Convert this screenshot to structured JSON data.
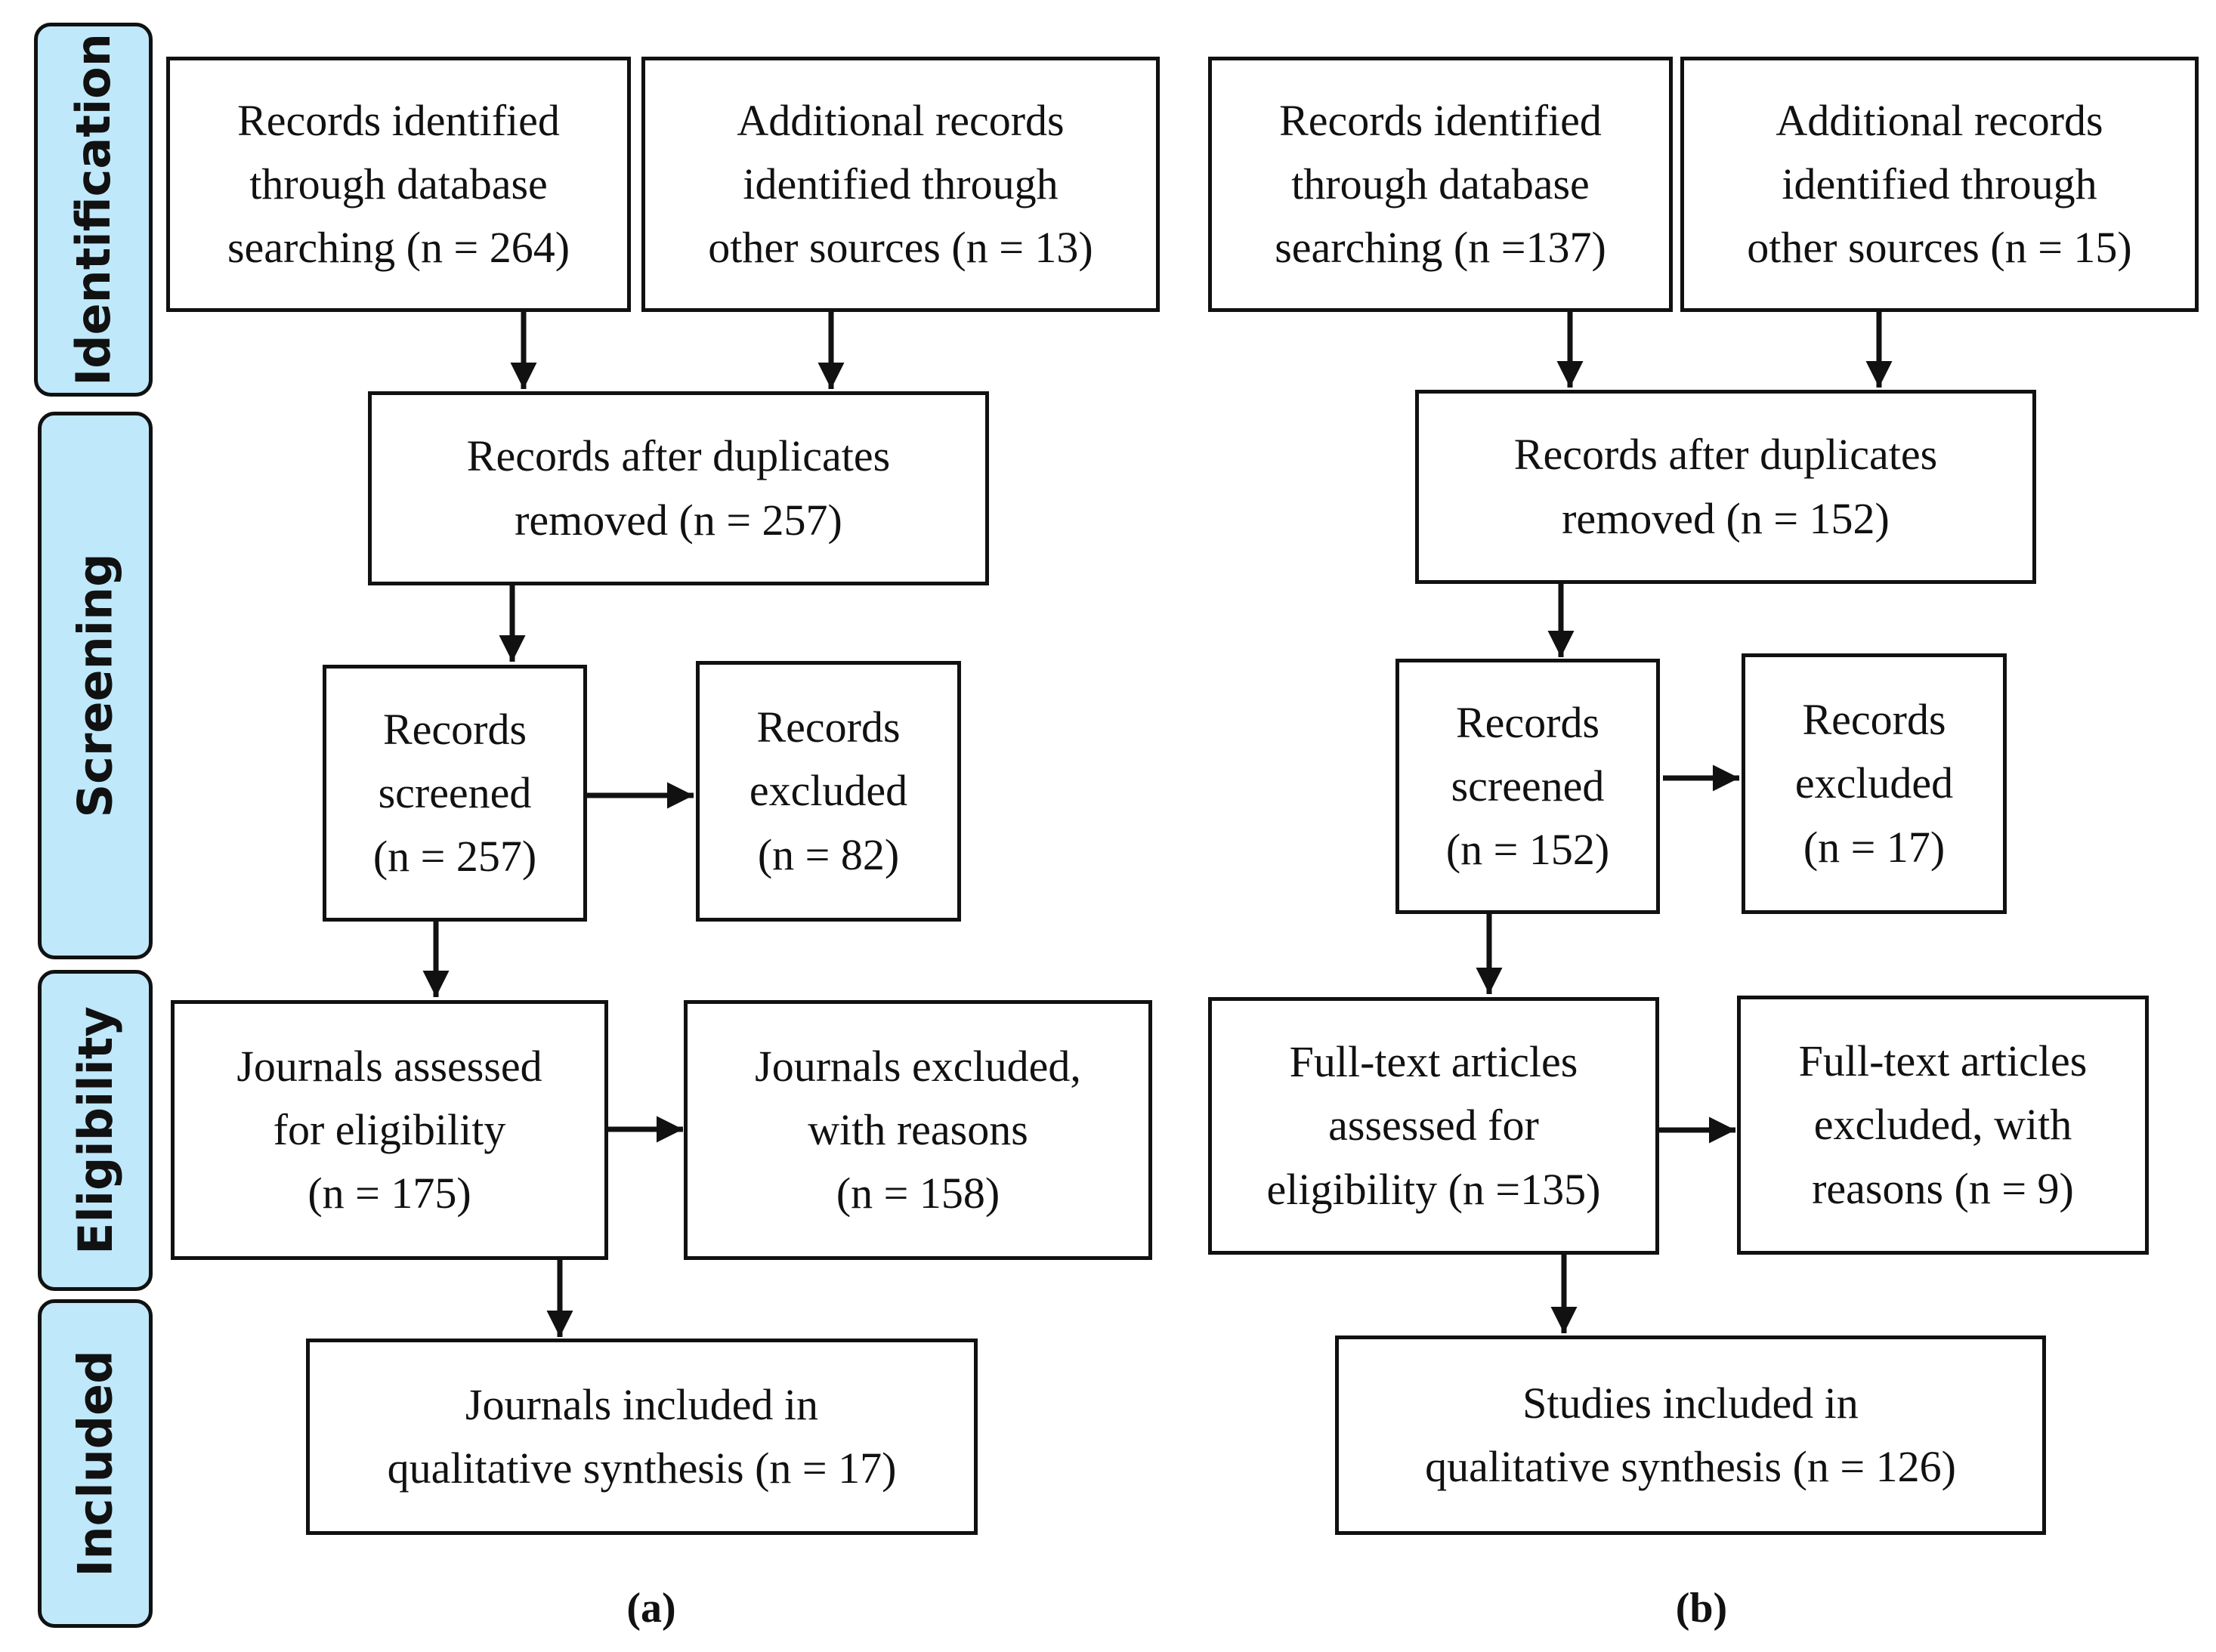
{
  "phases": {
    "identification": "Identification",
    "screening": "Screening",
    "eligibility": "Eligibility",
    "included": "Included"
  },
  "panel_a": {
    "caption": "(a)",
    "db_records": "Records identified\nthrough database\nsearching (n = 264)",
    "other_records": "Additional records\nidentified through\nother sources (n = 13)",
    "after_duplicates": "Records after duplicates\nremoved (n = 257)",
    "screened": "Records\nscreened\n(n = 257)",
    "excluded": "Records\nexcluded\n(n = 82)",
    "assessed": "Journals assessed\nfor eligibility\n(n = 175)",
    "excluded_reasons": "Journals excluded,\nwith reasons\n(n = 158)",
    "included": "Journals included in\nqualitative synthesis (n = 17)"
  },
  "panel_b": {
    "caption": "(b)",
    "db_records": "Records identified\nthrough database\nsearching (n =137)",
    "other_records": "Additional records\nidentified through\nother sources (n = 15)",
    "after_duplicates": "Records after duplicates\nremoved (n = 152)",
    "screened": "Records\nscreened\n(n = 152)",
    "excluded": "Records\nexcluded\n(n = 17)",
    "assessed": "Full-text articles\nassessed for\neligibility (n =135)",
    "excluded_reasons": "Full-text articles\nexcluded, with\nreasons (n = 9)",
    "included": "Studies included in\nqualitative synthesis (n = 126)"
  }
}
